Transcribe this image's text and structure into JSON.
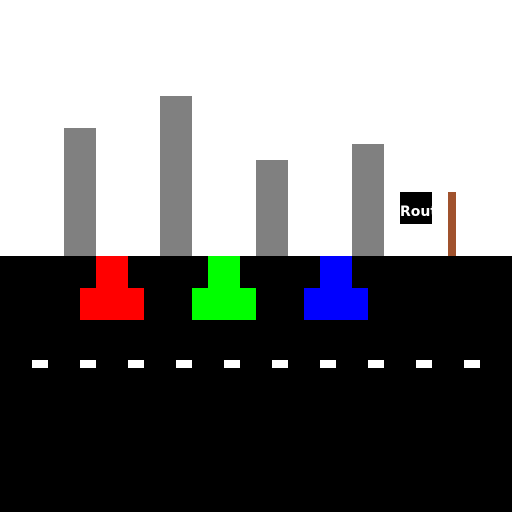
{
  "scene": {
    "sky_color": "#ffffff",
    "road_color": "#000000",
    "building_color": "#808080",
    "lane_marking_color": "#ffffff"
  },
  "sign": {
    "label": "Route",
    "background_color": "#000000",
    "text_color": "#ffffff",
    "post_color": "#a0522d"
  },
  "cars": [
    {
      "color": "#ff0000",
      "name": "red"
    },
    {
      "color": "#00ff00",
      "name": "green"
    },
    {
      "color": "#0000ff",
      "name": "blue"
    }
  ]
}
